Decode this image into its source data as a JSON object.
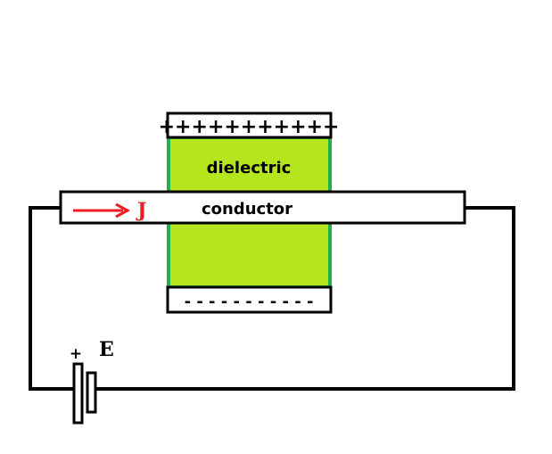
{
  "diagram": {
    "top_plate_charges": "+++++++++++",
    "bottom_plate_charges": "- - - - - - - - - - -",
    "dielectric_label": "dielectric",
    "conductor_label": "conductor",
    "current_density_label": "J",
    "battery_plus_label": "+",
    "emf_label": "E"
  },
  "colors": {
    "dielectric_fill": "#b5e61d",
    "dielectric_border": "#22b14c",
    "arrow": "#ed1c24",
    "wire": "#000000",
    "background": "#ffffff"
  }
}
